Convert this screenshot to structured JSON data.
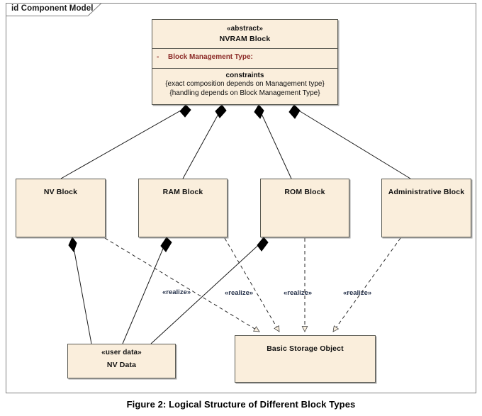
{
  "frame": {
    "label": "id Component Model"
  },
  "classes": {
    "nvram": {
      "stereotype": "«abstract»",
      "name": "NVRAM Block",
      "attribute_visibility": "-",
      "attribute": "Block Management Type:",
      "constraints_title": "constraints",
      "constraint_1": "{exact composition depends on Management type}",
      "constraint_2": "{handling depends on Block Management Type}"
    },
    "nv_block": {
      "name": "NV Block"
    },
    "ram_block": {
      "name": "RAM Block"
    },
    "rom_block": {
      "name": "ROM Block"
    },
    "admin_block": {
      "name": "Administrative Block"
    },
    "nv_data": {
      "stereotype": "«user data»",
      "name": "NV Data"
    },
    "basic_storage_object": {
      "name": "Basic Storage Object"
    }
  },
  "edge_labels": {
    "realize_1": "«realize»",
    "realize_2": "«realize»",
    "realize_3": "«realize»",
    "realize_4": "«realize»"
  },
  "caption": {
    "text": "Figure 2: Logical Structure of Different Block Types"
  },
  "colors": {
    "box_fill": "#faeedc",
    "box_border": "#5a5a52",
    "attribute_text": "#8c2b28",
    "label_text": "#243049",
    "frame_border": "#808080"
  }
}
